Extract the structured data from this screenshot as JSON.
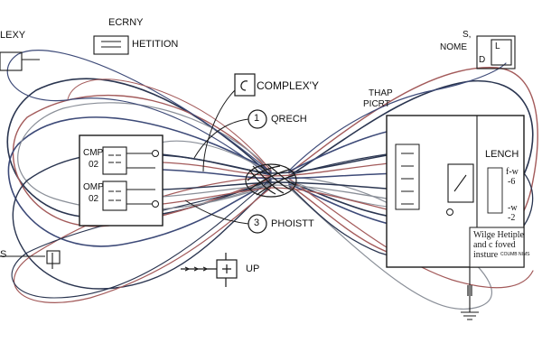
{
  "labels": {
    "top_left": "LEXY",
    "ecrny": "ECRNY",
    "hetition": "HETITION",
    "complexy": "COMPLEX'Y",
    "num1": "1",
    "qrech": "QRECH",
    "num3": "3",
    "phoistt": "PHOISTT",
    "up": "UP",
    "s_left": "S",
    "cmp1_a": "CMP",
    "cmp1_b": "02",
    "cmp2_a": "OMP",
    "cmp2_b": "02",
    "thap": "THAP",
    "picrt": "PICRT",
    "s_comma": "S,",
    "nome": "NOME",
    "d_label": "D",
    "l_label": "L",
    "lench": "LENCH",
    "fw1": "f-w",
    "fw1_sub": "-6",
    "fw2": "-w",
    "fw2_sub": "-2",
    "note_line1": "Wilge Hetiple",
    "note_line2": "and c foved",
    "note_line3": "insture",
    "note_small": "COUMB NIMS"
  },
  "colors": {
    "wire_dark": "#2a3550",
    "wire_navy": "#3d4a78",
    "wire_red": "#a35a5a",
    "wire_grey": "#8a8f98",
    "ink": "#1a1a1a"
  }
}
